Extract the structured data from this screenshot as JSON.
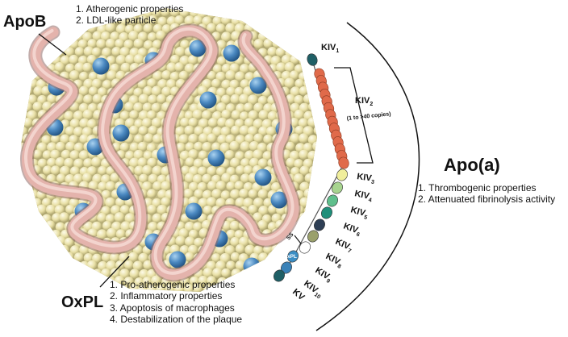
{
  "apob": {
    "title": "ApoB",
    "properties": [
      "1. Atherogenic properties",
      "2. LDL-like particle"
    ]
  },
  "oxpl": {
    "title": "OxPL",
    "properties": [
      "1. Pro-atherogenic properties",
      "2. Inflammatory properties",
      "3. Apoptosis of macrophages",
      "4. Destabilization of the plaque"
    ]
  },
  "apoa": {
    "title": "Apo(a)",
    "properties": [
      "1. Thrombogenic properties",
      "2. Attenuated fibrinolysis activity"
    ]
  },
  "kringles": {
    "kiv1": {
      "main": "KIV",
      "sub": "1"
    },
    "kiv2": {
      "main": "KIV",
      "sub": "2",
      "note": "(1 to >40 copies)"
    },
    "kiv3": {
      "main": "KIV",
      "sub": "3"
    },
    "kiv4": {
      "main": "KIV",
      "sub": "4"
    },
    "kiv5": {
      "main": "KIV",
      "sub": "5"
    },
    "kiv6": {
      "main": "KIV",
      "sub": "6"
    },
    "kiv7": {
      "main": "KIV",
      "sub": "7"
    },
    "kiv8": {
      "main": "KIV",
      "sub": "8"
    },
    "kiv9": {
      "main": "KIV",
      "sub": "9"
    },
    "kiv10": {
      "main": "KIV",
      "sub": "10"
    },
    "kv": {
      "main": "KV"
    }
  },
  "chain": {
    "bond_label": "SS",
    "oxpl_bead_label": "OxPL"
  },
  "colors": {
    "lipid_bead": "#e9e0a6",
    "apob_ribbon": "#e4b3ac",
    "kiv2_bead": "#e06a4a",
    "cholesterol_bead": "#4a88c0"
  }
}
